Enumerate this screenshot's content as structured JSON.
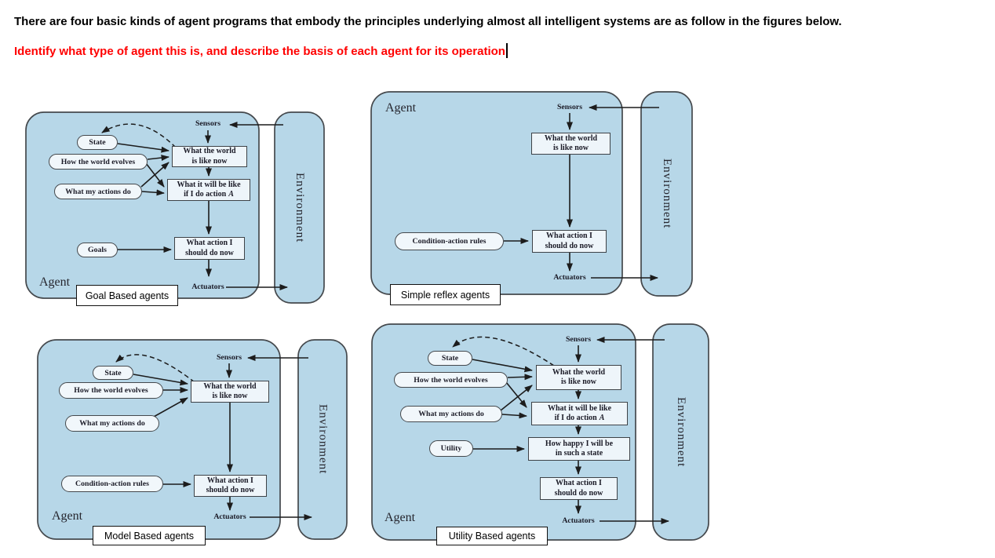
{
  "header": {
    "line1": "There are four basic kinds of agent programs that embody the principles underlying almost all intelligent systems are as follow in the figures below.",
    "line2": "Identify what type of agent this is, and describe the basis of each agent for its operation"
  },
  "colors": {
    "agent_fill": "#b7d7e8",
    "node_fill": "#eef5fa",
    "line": "#1c1c1c",
    "instruction_text": "#ff0000"
  },
  "diagrams": {
    "goal_based": {
      "agent_label": "Agent",
      "environment_label": "Environment",
      "sensors_label": "Sensors",
      "actuators_label": "Actuators",
      "ovals": {
        "state": "State",
        "how_world_evolves": "How the world evolves",
        "what_actions_do": "What my actions do",
        "goals": "Goals"
      },
      "boxes": {
        "world_now": {
          "line1": "What the world",
          "line2": "is like now"
        },
        "what_if": {
          "line1": "What it will be like",
          "line2": "if I do action",
          "var": "A"
        },
        "action_now": {
          "line1": "What action I",
          "line2": "should do now"
        }
      },
      "caption": "Goal Based agents"
    },
    "simple_reflex": {
      "agent_label": "Agent",
      "environment_label": "Environment",
      "sensors_label": "Sensors",
      "actuators_label": "Actuators",
      "ovals": {
        "condition_action_rules": "Condition-action rules"
      },
      "boxes": {
        "world_now": {
          "line1": "What the world",
          "line2": "is like now"
        },
        "action_now": {
          "line1": "What action I",
          "line2": "should do now"
        }
      },
      "caption": "Simple reflex agents"
    },
    "model_based": {
      "agent_label": "Agent",
      "environment_label": "Environment",
      "sensors_label": "Sensors",
      "actuators_label": "Actuators",
      "ovals": {
        "state": "State",
        "how_world_evolves": "How the world evolves",
        "what_actions_do": "What my actions do",
        "condition_action_rules": "Condition-action rules"
      },
      "boxes": {
        "world_now": {
          "line1": "What the world",
          "line2": "is like now"
        },
        "action_now": {
          "line1": "What action I",
          "line2": "should do now"
        }
      },
      "caption": "Model Based agents"
    },
    "utility_based": {
      "agent_label": "Agent",
      "environment_label": "Environment",
      "sensors_label": "Sensors",
      "actuators_label": "Actuators",
      "ovals": {
        "state": "State",
        "how_world_evolves": "How the world evolves",
        "what_actions_do": "What my actions do",
        "utility": "Utility"
      },
      "boxes": {
        "world_now": {
          "line1": "What the world",
          "line2": "is like now"
        },
        "what_if": {
          "line1": "What it will be like",
          "line2": "if I do action",
          "var": "A"
        },
        "happy": {
          "line1": "How happy I will be",
          "line2": "in such a state"
        },
        "action_now": {
          "line1": "What action I",
          "line2": "should do now"
        }
      },
      "caption": "Utility Based agents"
    }
  }
}
